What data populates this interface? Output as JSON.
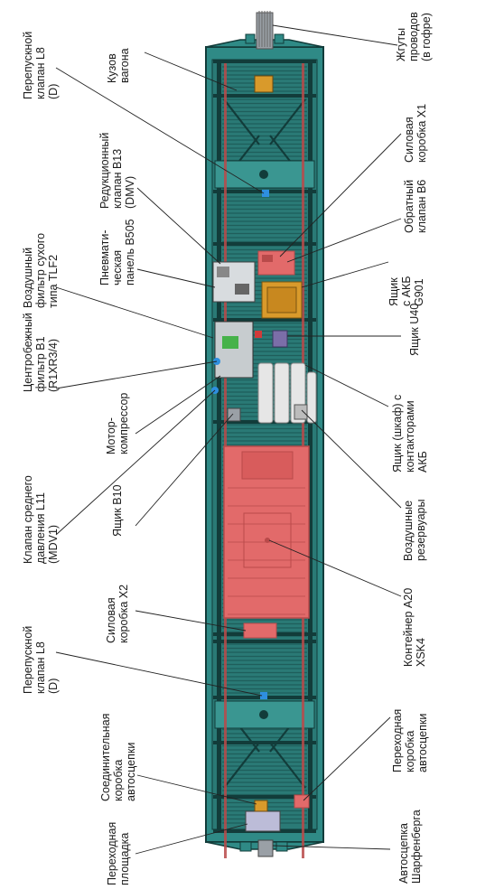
{
  "labels_left": [
    {
      "id": "kuzov",
      "lines": [
        "Кузов",
        "вагона"
      ]
    },
    {
      "id": "perepusk-top",
      "lines": [
        "Перепускной",
        "клапан L8",
        "(D)"
      ]
    },
    {
      "id": "redukt",
      "lines": [
        "Редукционный",
        "клапан B13",
        "(DMV)"
      ]
    },
    {
      "id": "pnevmo",
      "lines": [
        "Пневмати-",
        "ческая",
        "панель B505"
      ]
    },
    {
      "id": "filtr-suh",
      "lines": [
        "Воздушный",
        "фильтр сухого",
        "типа TLF2"
      ]
    },
    {
      "id": "centrobezh",
      "lines": [
        "Центробежный",
        "фильтр B1",
        "(R1XR3/4)"
      ]
    },
    {
      "id": "motor",
      "lines": [
        "Мотор-",
        "компрессор"
      ]
    },
    {
      "id": "klapan-sred",
      "lines": [
        "Клапан среднего",
        "давления L11",
        "(MDV1)"
      ]
    },
    {
      "id": "yashik-b10",
      "lines": [
        "Ящик B10"
      ]
    },
    {
      "id": "silovaya-x2",
      "lines": [
        "Силовая",
        "коробка X2"
      ]
    },
    {
      "id": "perepusk-bottom",
      "lines": [
        "Перепускной",
        "клапан L8",
        "(D)"
      ]
    },
    {
      "id": "soedinit",
      "lines": [
        "Соединительная",
        "коробка",
        "автосцепки"
      ]
    },
    {
      "id": "perehod-ploshch",
      "lines": [
        "Переходная",
        "площадка"
      ]
    }
  ],
  "labels_right": [
    {
      "id": "zhguty",
      "lines": [
        "Жгуты",
        "проводов",
        "(в гофре)"
      ]
    },
    {
      "id": "silovaya-x1",
      "lines": [
        "Силовая",
        "коробка X1"
      ]
    },
    {
      "id": "obratny",
      "lines": [
        "Обратный",
        "клапан B6"
      ]
    },
    {
      "id": "akb-g901",
      "lines": [
        "Ящик",
        "с АКБ",
        "G901"
      ]
    },
    {
      "id": "u40",
      "lines": [
        "Ящик U40"
      ]
    },
    {
      "id": "shkaf",
      "lines": [
        "Ящик (шкаф) с",
        "контакторами",
        "АКБ"
      ]
    },
    {
      "id": "rezervuary",
      "lines": [
        "Воздушные",
        "резервуары"
      ]
    },
    {
      "id": "a20",
      "lines": [
        "Контейнер A20",
        "XSK4"
      ]
    },
    {
      "id": "perehod-korobka",
      "lines": [
        "Переходная",
        "коробка",
        "автосцепки"
      ]
    },
    {
      "id": "avtoscepka",
      "lines": [
        "Автосцепка",
        "Шарфенберга"
      ]
    }
  ],
  "colors": {
    "body_teal": "#2f8a86",
    "dark_teal": "#1f5e5b",
    "frame_dark": "#123c3a",
    "container_red": "#e26a6a",
    "container_dark": "#b94a4a",
    "orange_box": "#d99a2b",
    "white_tanks": "#e6e6e6",
    "blue_valve": "#2e8fe0",
    "purple": "#7b6ea8"
  }
}
